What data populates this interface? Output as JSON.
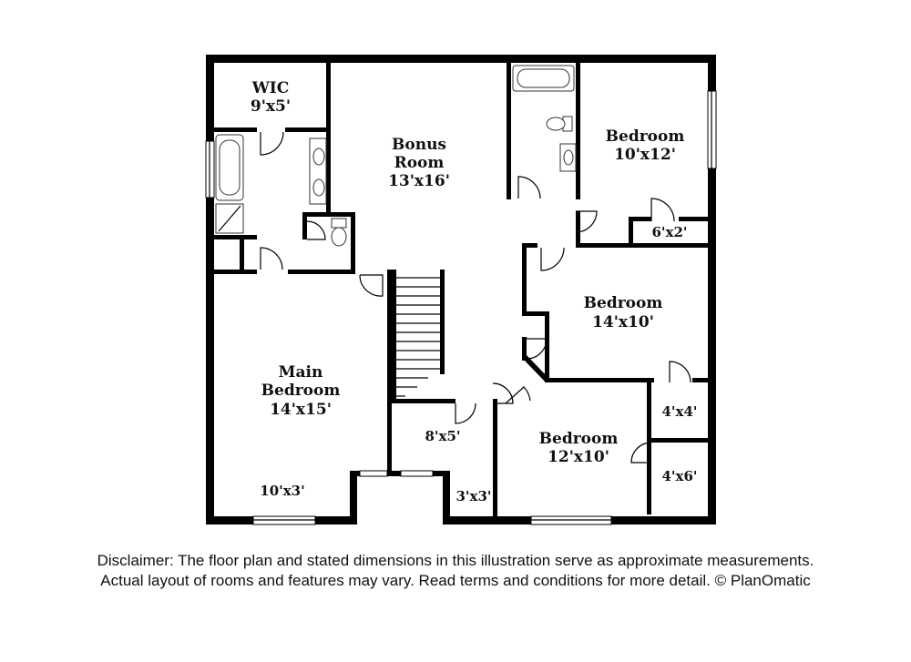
{
  "rooms": {
    "wic": {
      "name": "WIC",
      "dims": "9'x5'"
    },
    "bonus": {
      "name1": "Bonus",
      "name2": "Room",
      "dims": "13'x16'"
    },
    "bedroom_ne": {
      "name": "Bedroom",
      "dims": "10'x12'"
    },
    "closet_6x2": {
      "dims": "6'x2'"
    },
    "bedroom_e": {
      "name": "Bedroom",
      "dims": "14'x10'"
    },
    "main_bedroom": {
      "name1": "Main",
      "name2": "Bedroom",
      "dims": "14'x15'"
    },
    "closet_10x3": {
      "dims": "10'x3'"
    },
    "closet_8x5": {
      "dims": "8'x5'"
    },
    "closet_3x3": {
      "dims": "3'x3'"
    },
    "bedroom_s": {
      "name": "Bedroom",
      "dims": "12'x10'"
    },
    "closet_4x4": {
      "dims": "4'x4'"
    },
    "closet_4x6": {
      "dims": "4'x6'"
    }
  },
  "disclaimer": {
    "line1": "Disclaimer: The floor plan and stated dimensions in this illustration serve as approximate measurements.",
    "line2": "Actual layout of rooms and features may vary. Read terms and conditions for more detail. © PlanOmatic"
  }
}
